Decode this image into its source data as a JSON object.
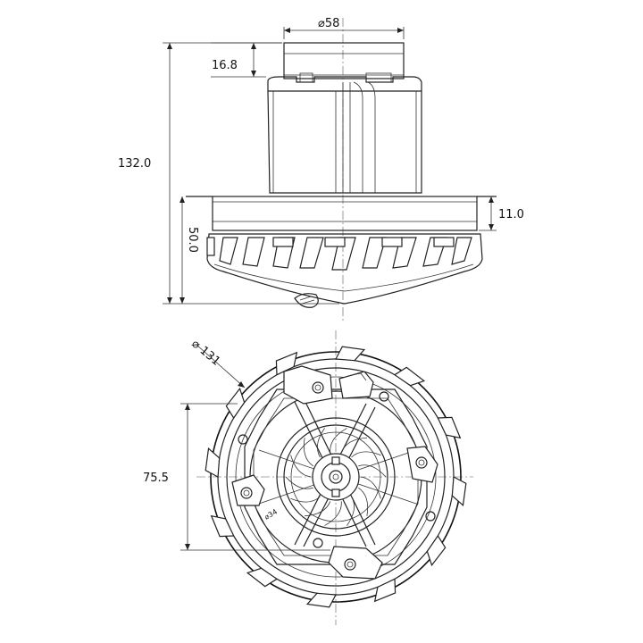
{
  "dimensions": {
    "top_diameter": "⌀58",
    "top_height": "16.8",
    "overall_height": "132.0",
    "flange_height": "11.0",
    "fan_height": "50.0",
    "outer_diameter": "⌀ 131",
    "mount_spacing": "75.5",
    "inner_diameter": "⌀34"
  },
  "colors": {
    "line": "#222222",
    "background": "#ffffff"
  }
}
